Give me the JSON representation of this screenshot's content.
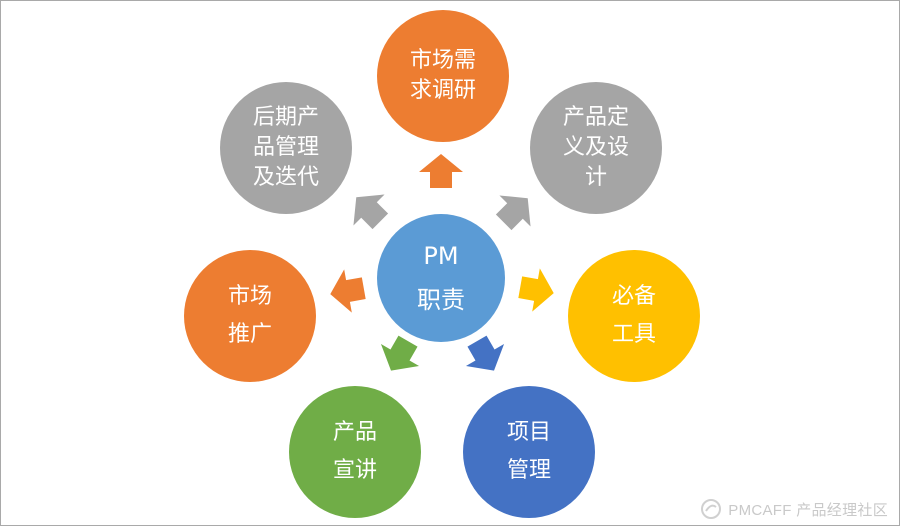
{
  "center": {
    "line1": "PM",
    "line2": "职责",
    "color": "#5b9bd5"
  },
  "nodes": [
    {
      "id": "market-research",
      "lines": [
        "市场需",
        "求调研"
      ],
      "color": "#ed7d31"
    },
    {
      "id": "product-design",
      "lines": [
        "产品定",
        "义及设",
        "计"
      ],
      "color": "#a5a5a5"
    },
    {
      "id": "tools",
      "lines": [
        "必备",
        "工具"
      ],
      "color": "#ffc000"
    },
    {
      "id": "project-management",
      "lines": [
        "项目",
        "管理"
      ],
      "color": "#4472c4"
    },
    {
      "id": "product-promotion",
      "lines": [
        "产品",
        "宣讲"
      ],
      "color": "#70ad47"
    },
    {
      "id": "market-promotion",
      "lines": [
        "市场",
        "推广"
      ],
      "color": "#ed7d31"
    },
    {
      "id": "post-management",
      "lines": [
        "后期产",
        "品管理",
        "及迭代"
      ],
      "color": "#a5a5a5"
    }
  ],
  "watermark": {
    "text": "PMCAFF 产品经理社区"
  }
}
